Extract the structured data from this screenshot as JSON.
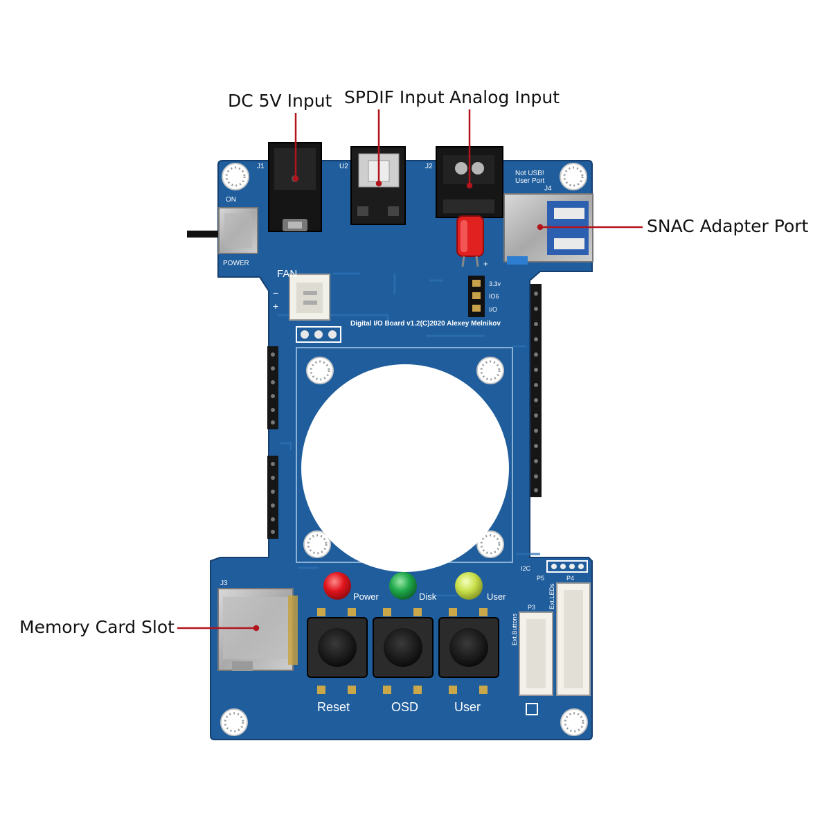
{
  "callouts": {
    "dc_input": "DC 5V Input",
    "spdif_input": "SPDIF Input",
    "analog_input": "Analog Input",
    "snac_port": "SNAC Adapter Port",
    "memory_card": "Memory Card Slot"
  },
  "board": {
    "title": "Digital I/O Board v1.2(C)2020 Alexey Melnikov",
    "ref_j1": "J1",
    "ref_u2": "U2",
    "ref_j2": "J2",
    "ref_j3": "J3",
    "ref_j4": "J4",
    "ref_p3": "P3",
    "ref_p4": "P4",
    "ref_p5": "P5",
    "on": "ON",
    "power_switch": "POWER",
    "fan": "FAN",
    "fan_minus": "−",
    "fan_plus": "+",
    "not_usb_1": "Not USB!",
    "not_usb_2": "User Port",
    "pin_33v": "3.3v",
    "pin_io6": "IO6",
    "pin_io": "I/O",
    "led_plus": "+",
    "i2c": "I2C",
    "ext_buttons": "Ext.Buttons",
    "ext_leds": "Ext.LEDs",
    "led_power": "Power",
    "led_disk": "Disk",
    "led_user": "User",
    "btn_reset": "Reset",
    "btn_osd": "OSD",
    "btn_user": "User"
  },
  "colors": {
    "pcb": "#1f5d9c",
    "callout_line": "#b3141c",
    "led_red": "#e0141c",
    "led_green": "#1fa84a",
    "led_yellow": "#c9e04a"
  }
}
